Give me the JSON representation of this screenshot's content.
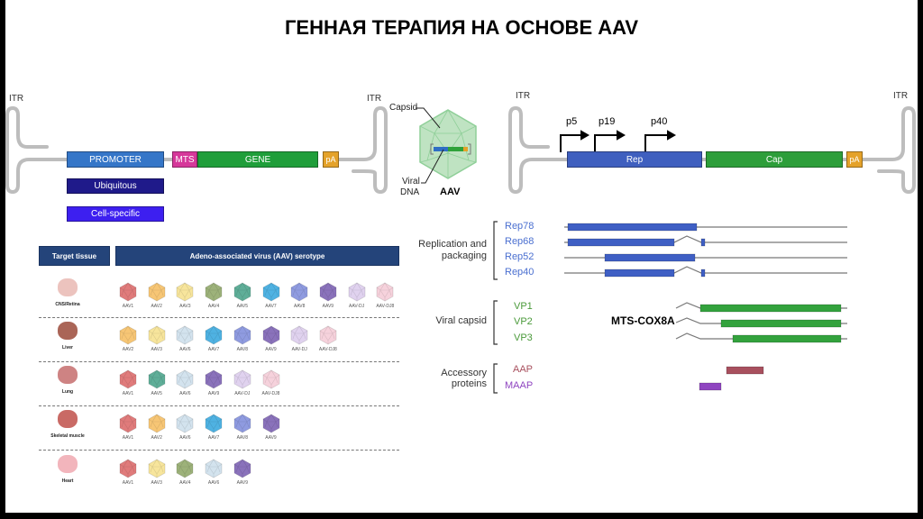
{
  "title": "ГЕННАЯ ТЕРАПИЯ НА ОСНОВЕ AAV",
  "construct": {
    "itr_left": "ITR",
    "itr_right": "ITR",
    "promoter": "PROMOTER",
    "mts": "MTS",
    "gene": "GENE",
    "pa": "pA",
    "promoter_options": [
      "Ubiquitous",
      "Cell-specific"
    ]
  },
  "capsid": {
    "capsid_label": "Capsid",
    "dna_label_1": "Viral",
    "dna_label_2": "DNA",
    "name": "AAV"
  },
  "wild_type": {
    "itr_left": "ITR",
    "itr_right": "ITR",
    "promoters": [
      "p5",
      "p19",
      "p40"
    ],
    "rep": "Rep",
    "cap": "Cap",
    "pa": "pA"
  },
  "transcripts": {
    "rep_group": [
      "Replication and",
      "packaging"
    ],
    "rep": [
      "Rep78",
      "Rep68",
      "Rep52",
      "Rep40"
    ],
    "vp_group": "Viral capsid",
    "vp": [
      "VP1",
      "VP2",
      "VP3"
    ],
    "insert_label": "MTS-COX8A",
    "acc_group": [
      "Accessory",
      "proteins"
    ],
    "acc": [
      "AAP",
      "MAAP"
    ]
  },
  "table": {
    "header_tissue": "Target tissue",
    "header_serotype": "Adeno-associated virus (AAV) serotype",
    "colors": {
      "AAV1": "#e07b7b",
      "AAV2": "#f7c675",
      "AAV3": "#f7e59c",
      "AAV4": "#9db27a",
      "AAV5": "#5fae98",
      "AAV6": "#d3e3ee",
      "AAV7": "#4fb2e2",
      "AAV8": "#8f9be0",
      "AAV9": "#8a72bb",
      "AAV-DJ": "#e0d2ef",
      "AAV-DJ8": "#f6d2dc"
    },
    "rows": [
      {
        "tissue": "CNS/Retina",
        "serotypes": [
          "AAV1",
          "AAV2",
          "AAV3",
          "AAV4",
          "AAV5",
          "AAV7",
          "AAV8",
          "AAV9",
          "AAV-DJ",
          "AAV-DJ8"
        ]
      },
      {
        "tissue": "Liver",
        "serotypes": [
          "AAV2",
          "AAV3",
          "AAV6",
          "AAV7",
          "AAV8",
          "AAV9",
          "AAV-DJ",
          "AAV-DJ8"
        ]
      },
      {
        "tissue": "Lung",
        "serotypes": [
          "AAV1",
          "AAV5",
          "AAV6",
          "AAV9",
          "AAV-DJ",
          "AAV-DJ8"
        ]
      },
      {
        "tissue": "Skeletal muscle",
        "serotypes": [
          "AAV1",
          "AAV2",
          "AAV6",
          "AAV7",
          "AAV8",
          "AAV9"
        ]
      },
      {
        "tissue": "Heart",
        "serotypes": [
          "AAV1",
          "AAV3",
          "AAV4",
          "AAV6",
          "AAV9"
        ]
      }
    ]
  }
}
